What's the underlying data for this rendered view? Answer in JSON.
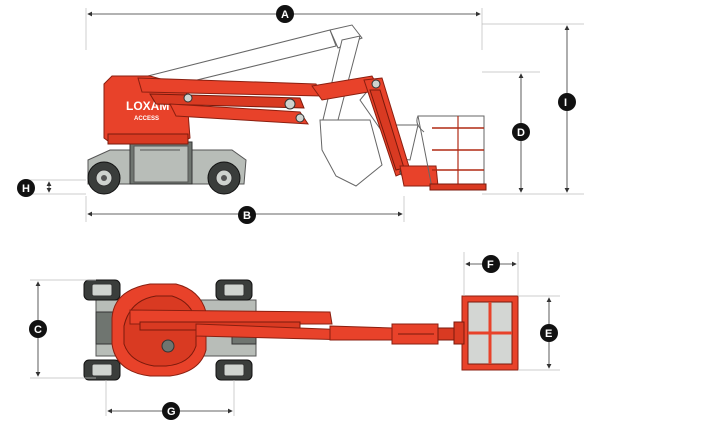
{
  "brand": {
    "name": "LOXAM",
    "sub": "ACCESS",
    "color": "#e8422a"
  },
  "dimensions": [
    {
      "id": "A",
      "label": "A"
    },
    {
      "id": "B",
      "label": "B"
    },
    {
      "id": "C",
      "label": "C"
    },
    {
      "id": "D",
      "label": "D"
    },
    {
      "id": "E",
      "label": "E"
    },
    {
      "id": "F",
      "label": "F"
    },
    {
      "id": "G",
      "label": "G"
    },
    {
      "id": "H",
      "label": "H"
    },
    {
      "id": "I",
      "label": "I"
    }
  ]
}
